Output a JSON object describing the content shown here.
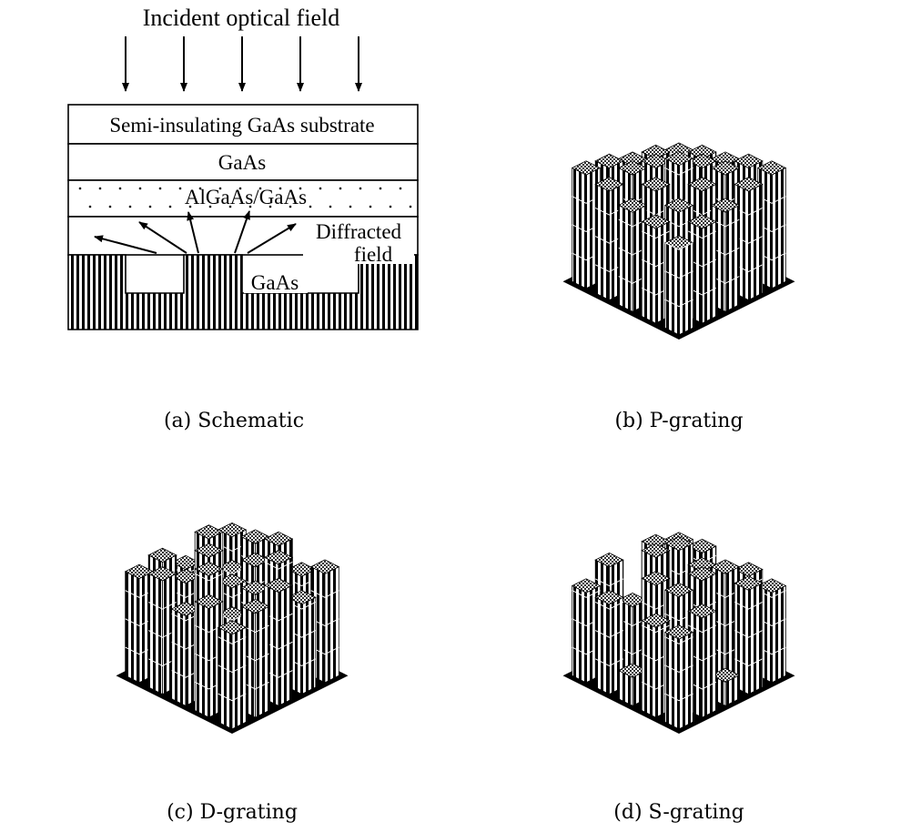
{
  "panels": [
    {
      "id": "a",
      "caption": "(a) Schematic"
    },
    {
      "id": "b",
      "caption": "(b) P-grating",
      "pillar_heights": [
        [
          1.8,
          2.0,
          2.1,
          2.3,
          2.4
        ],
        [
          2.0,
          2.1,
          2.3,
          2.4,
          2.3
        ],
        [
          2.1,
          2.3,
          2.6,
          2.3,
          2.1
        ],
        [
          2.3,
          2.4,
          2.3,
          2.1,
          2.0
        ],
        [
          2.4,
          2.3,
          2.1,
          2.0,
          1.8
        ]
      ]
    },
    {
      "id": "c",
      "caption": "(c) D-grating",
      "pillar_heights": [
        [
          2.0,
          2.3,
          1.9,
          2.4,
          2.2
        ],
        [
          2.2,
          1.8,
          2.5,
          2.1,
          2.3
        ],
        [
          2.4,
          2.1,
          2.0,
          2.4,
          1.9
        ],
        [
          1.9,
          2.5,
          2.2,
          1.8,
          2.3
        ],
        [
          2.3,
          2.0,
          2.4,
          2.2,
          2.1
        ]
      ]
    },
    {
      "id": "d",
      "caption": "(d) S-grating",
      "pillar_heights": [
        [
          1.9,
          1.9,
          0.6,
          1.9,
          1.9
        ],
        [
          2.1,
          2.3,
          2.3,
          1.6,
          2.2
        ],
        [
          0.5,
          2.4,
          1.8,
          2.4,
          0.4
        ],
        [
          2.2,
          2.3,
          2.1,
          2.3,
          2.1
        ],
        [
          1.9,
          2.0,
          0.7,
          2.0,
          1.9
        ]
      ]
    }
  ],
  "schematic": {
    "incident_label": "Incident optical field",
    "substrate_label": "Semi-insulating GaAs substrate",
    "gaas_label": "GaAs",
    "mqw_label": "AlGaAs/GaAs",
    "diffracted_label_1": "Diffracted",
    "diffracted_label_2": "field",
    "grating_label": "GaAs"
  }
}
